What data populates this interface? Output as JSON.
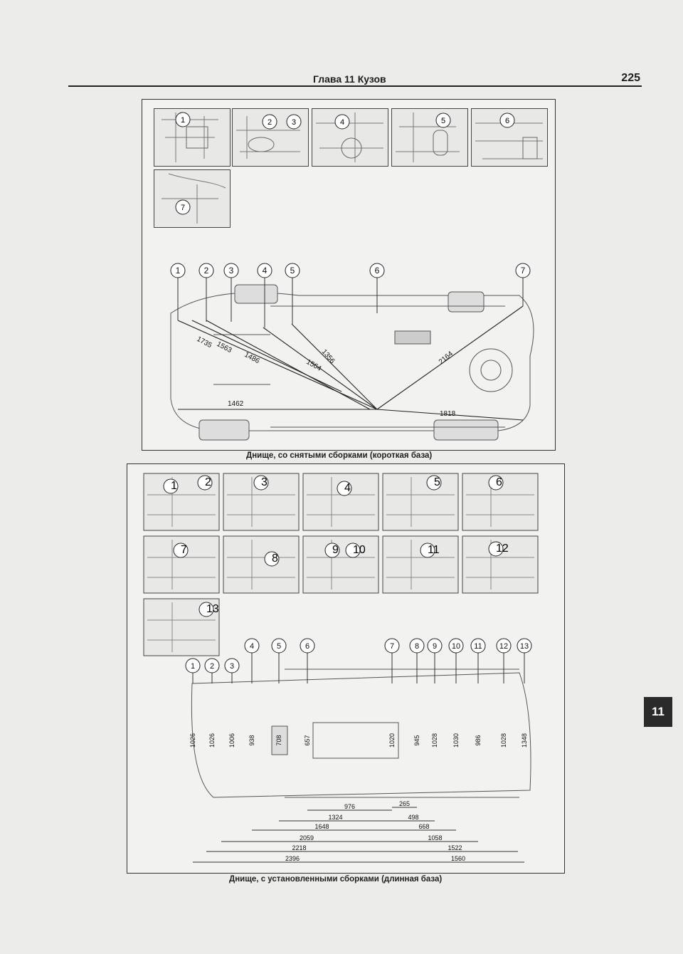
{
  "header": {
    "chapter": "Глава 11 Кузов",
    "page_number": "225"
  },
  "side_tab": "11",
  "figure_1": {
    "caption": "Днище, со снятыми сборками (короткая база)",
    "thumb_labels": [
      "1",
      "2",
      "3",
      "4",
      "5",
      "6",
      "7"
    ],
    "callouts": [
      "1",
      "2",
      "3",
      "4",
      "5",
      "6",
      "7"
    ],
    "dimensions": [
      "1735",
      "1563",
      "1486",
      "1564",
      "1356",
      "2164",
      "1462",
      "1818"
    ]
  },
  "figure_2": {
    "caption": "Днище, с установленными сборками (длинная база)",
    "thumb_labels": [
      "1",
      "2",
      "3",
      "4",
      "5",
      "6",
      "7",
      "8",
      "9",
      "10",
      "11",
      "12",
      "13"
    ],
    "callouts": [
      "1",
      "2",
      "3",
      "4",
      "5",
      "6",
      "7",
      "8",
      "9",
      "10",
      "11",
      "12",
      "13"
    ],
    "vertical_dims": [
      "1026",
      "1026",
      "1006",
      "938",
      "708",
      "657",
      "1020",
      "945",
      "1028",
      "1030",
      "986",
      "1028",
      "1348"
    ],
    "horizontal_dims": [
      "976",
      "265",
      "1324",
      "498",
      "1648",
      "668",
      "2059",
      "1058",
      "2218",
      "1522",
      "2396",
      "1560"
    ]
  }
}
